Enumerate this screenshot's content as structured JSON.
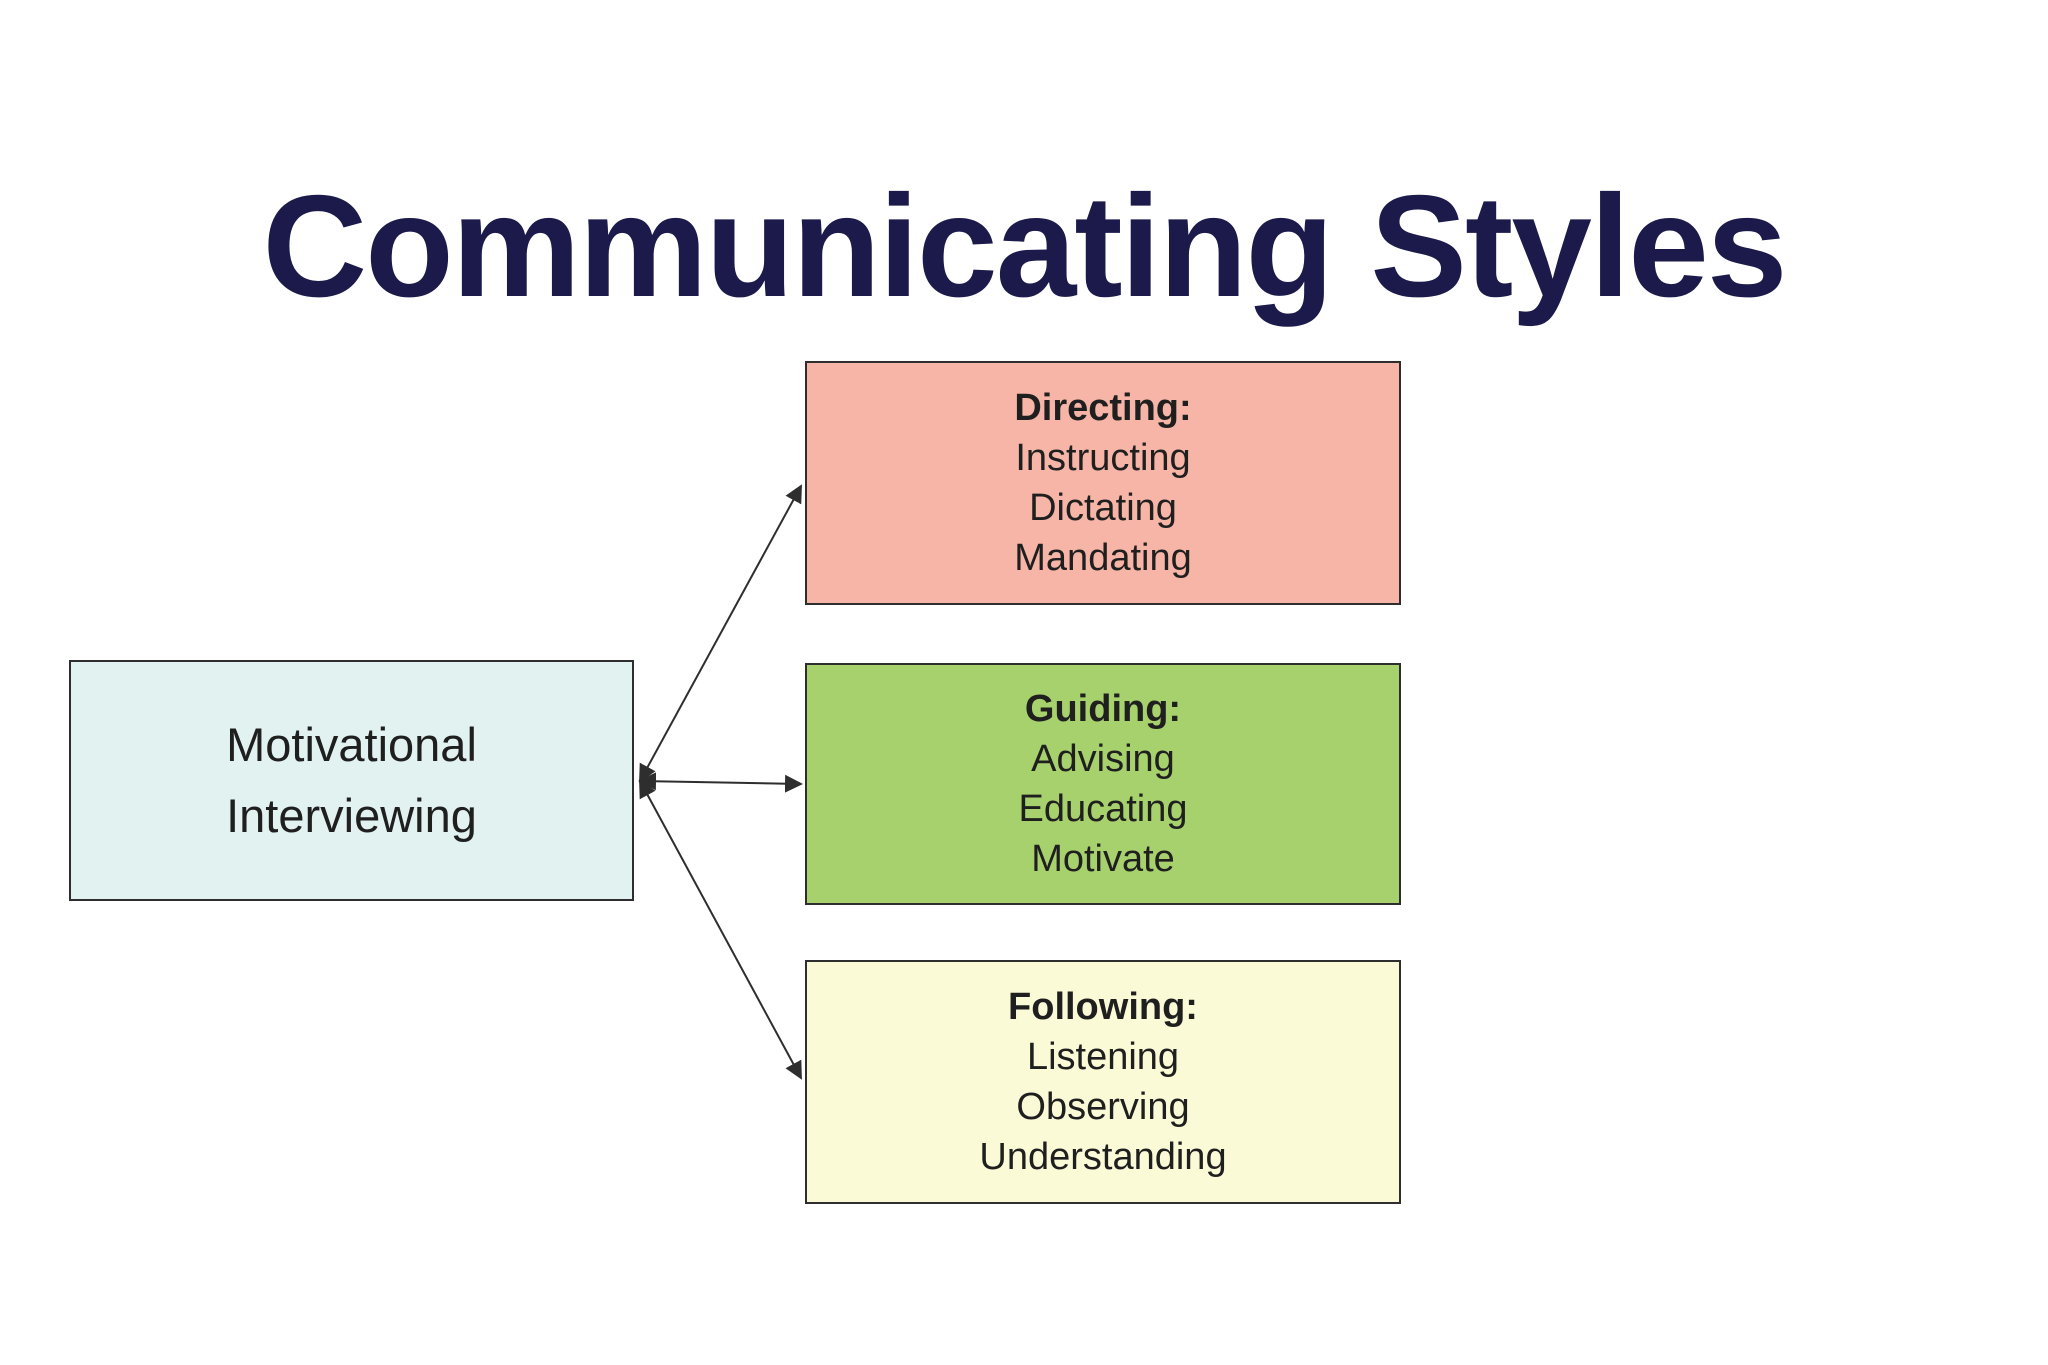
{
  "title": "Communicating Styles",
  "colors": {
    "title_text": "#1b1a4b",
    "source_box_bg": "#e2f2f0",
    "directing_bg": "#f6b5a6",
    "guiding_bg": "#a7d16d",
    "following_bg": "#fbfad7",
    "border": "#2e2e2e",
    "arrow": "#2e2e2e"
  },
  "source": {
    "label": "Motivational Interviewing"
  },
  "styles": [
    {
      "id": "directing",
      "heading": "Directing:",
      "items": [
        "Instructing",
        "Dictating",
        "Mandating"
      ]
    },
    {
      "id": "guiding",
      "heading": "Guiding:",
      "items": [
        "Advising",
        "Educating",
        "Motivate"
      ]
    },
    {
      "id": "following",
      "heading": "Following:",
      "items": [
        "Listening",
        "Observing",
        "Understanding"
      ]
    }
  ]
}
